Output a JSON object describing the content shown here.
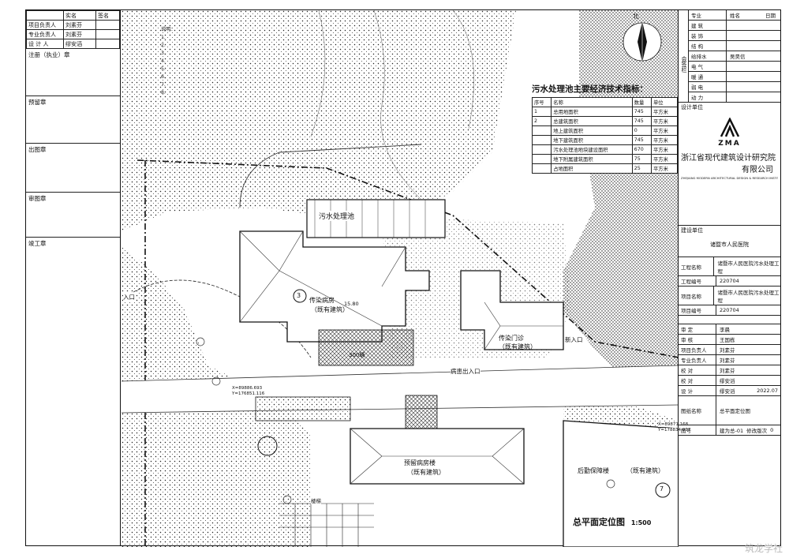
{
  "left_panel": {
    "header": [
      "实名",
      "签名"
    ],
    "roles": [
      {
        "role": "项目负责人",
        "name": "刘素芬"
      },
      {
        "role": "专业负责人",
        "name": "刘素芬"
      },
      {
        "role": "设 计 人",
        "name": "缪安滔"
      }
    ],
    "stamps": [
      "注册（执业）章",
      "预留章",
      "出图章",
      "审图章",
      "竣工章"
    ]
  },
  "notes": {
    "heading": "说明：",
    "lines": [
      "1.",
      "2.",
      "3.",
      "4.",
      "5.",
      "6.",
      "7.",
      "8."
    ]
  },
  "econ_table": {
    "title": "污水处理池主要经济技术指标：",
    "headers": [
      "序号",
      "名称",
      "数量",
      "单位"
    ],
    "rows": [
      {
        "no": "1",
        "name": "总用地面积",
        "qty": "745",
        "unit": "平方米"
      },
      {
        "no": "2",
        "name": "总建筑面积",
        "qty": "745",
        "unit": "平方米"
      },
      {
        "no": "",
        "name": "地上建筑面积",
        "qty": "0",
        "unit": "平方米"
      },
      {
        "no": "",
        "name": "地下建筑面积",
        "qty": "745",
        "unit": "平方米"
      },
      {
        "no": "",
        "name": "污水处理池地块建设面积",
        "qty": "670",
        "unit": "平方米"
      },
      {
        "no": "",
        "name": "地下附属建筑面积",
        "qty": "75",
        "unit": "平方米"
      },
      {
        "no": "",
        "name": "占地面积",
        "qty": "25",
        "unit": "平方米"
      }
    ]
  },
  "north_label": "北",
  "buildings": {
    "b3_label": "传染病房",
    "b3_note": "（既有建筑）",
    "b3_no": "3",
    "b3_elev": "15.80",
    "clinic_label": "传染门诊",
    "clinic_note": "（既有建筑）",
    "new_label": "预留病房楼",
    "new_note": "（既有建筑）",
    "rehab_label": "后勤保障楼",
    "rehab_note": "（既有建筑）",
    "rehab_no": "7",
    "pool_label": "污水处理池",
    "parking": "300辆",
    "entrance": "病患出入口",
    "gate": "入口",
    "new_gate": "新入口",
    "stair": "楼梯",
    "coord1": "X=89871.168",
    "coord2": "Y=178834.077",
    "coord3": "X=89886.693",
    "coord4": "Y=176851.116"
  },
  "plan_title": "总平面定位图",
  "plan_scale": "1:500",
  "title_block": {
    "disciplines_header": [
      "专业",
      "姓名",
      "日期"
    ],
    "disciplines": [
      {
        "field": "建 筑",
        "name": ""
      },
      {
        "field": "装 饰",
        "name": ""
      },
      {
        "field": "结 构",
        "name": ""
      },
      {
        "field": "给排水",
        "name": "吴昊信"
      },
      {
        "field": "电 气",
        "name": ""
      },
      {
        "field": "暖 通",
        "name": ""
      },
      {
        "field": "弱 电",
        "name": ""
      },
      {
        "field": "动 力",
        "name": ""
      }
    ],
    "side_label": "会签栏",
    "design_unit_label": "设计单位",
    "logo_text": "ZMA",
    "company_cn": "浙江省现代建筑设计研究院",
    "company_cn2": "有限公司",
    "company_en": "ZHEJIANG MODERN ARCHITECTURAL DESIGN & RESEARCH INSTITUTE",
    "client_label": "建设单位",
    "client": "诸暨市人民医院",
    "project_label": "工程名称",
    "project": "诸暨市人民医院污水处理工程",
    "project_no_label": "工程编号",
    "project_no": "220704",
    "item_label": "项目名称",
    "item": "诸暨市人民医院污水处理工程",
    "item_no_label": "项目编号",
    "item_no": "220704",
    "approvals": [
      {
        "role": "审 定",
        "name": "李晨"
      },
      {
        "role": "审 核",
        "name": "王国栋"
      },
      {
        "role": "项目负责人",
        "name": "刘素芬"
      },
      {
        "role": "专业负责人",
        "name": "刘素芬"
      },
      {
        "role": "校 对",
        "name": "刘素芬"
      },
      {
        "role": "校 对",
        "name": "缪安滔"
      },
      {
        "role": "设 计",
        "name": "缪安滔"
      }
    ],
    "date": "2022.07",
    "drawing_name_label": "图纸名称",
    "drawing_name": "总平面定位图",
    "drawing_no_label": "图号",
    "drawing_no": "建为总-01",
    "rev_label": "修改版次",
    "rev": "0"
  },
  "watermark": "筑龙学社"
}
